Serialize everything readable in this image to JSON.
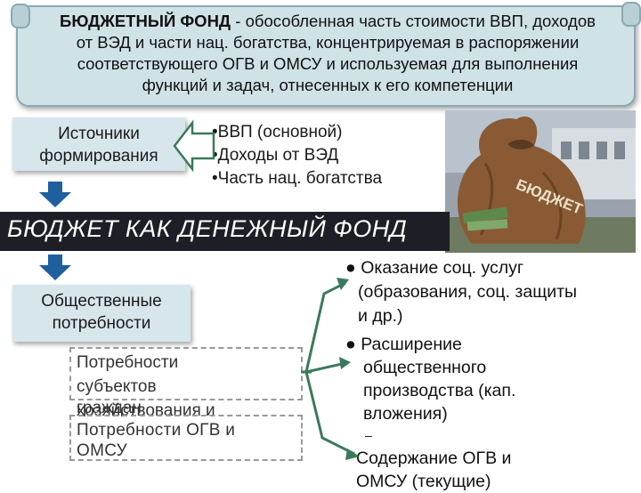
{
  "definition": {
    "term": "БЮДЖЕТНЫЙ ФОНД",
    "text_line1": " - обособленная часть стоимости ВВП, доходов",
    "text_line2": "от ВЭД и части нац. богатства, концентрируемая  в распоряжении",
    "text_line3": "соответствующего ОГВ и ОМСУ и используемая для выполнения",
    "text_line4": "функций и задач, отнесенных к его компетенции"
  },
  "sources": {
    "box_line1": "Источники",
    "box_line2": "формирования",
    "items": [
      "•ВВП (основной)",
      "•Доходы от ВЭД",
      "•Часть нац. богатства"
    ]
  },
  "image": {
    "icon": "money-sack-icon",
    "sack_label": "БЮДЖЕТ"
  },
  "banner": {
    "title": "БЮДЖЕТ КАК ДЕНЕЖНЫЙ ФОНД"
  },
  "needs": {
    "box_line1": "Общественные",
    "box_line2": "потребности",
    "sub1_line1": "Потребности",
    "sub1_line2": "субъектов",
    "sub1_line3": "хозяйствования и",
    "sub1_line4": "граждан",
    "sub2_line1": "Потребности  ОГВ  и",
    "sub2_line2": "ОМСУ"
  },
  "uses": {
    "item1_line1": "● Оказание соц. услуг",
    "item1_line2": "(образования, соц. защиты",
    "item1_line3": "и др.)",
    "item2_line1": "● Расширение",
    "item2_line2": "общественного",
    "item2_line3": "производства (кап.",
    "item2_line4": "вложения)",
    "item3_line0": "–",
    "item3_line1": "Содержание  ОГВ   и",
    "item3_line2": "ОМСУ (текущие)"
  },
  "colors": {
    "box_fill": "#d7e6ea",
    "scroll_fill": "#cfe2e6",
    "banner_bg": "#1e1f26",
    "arrow_blue": "#1f5f9e",
    "arrow_outline_green": "#3a7a5a"
  }
}
